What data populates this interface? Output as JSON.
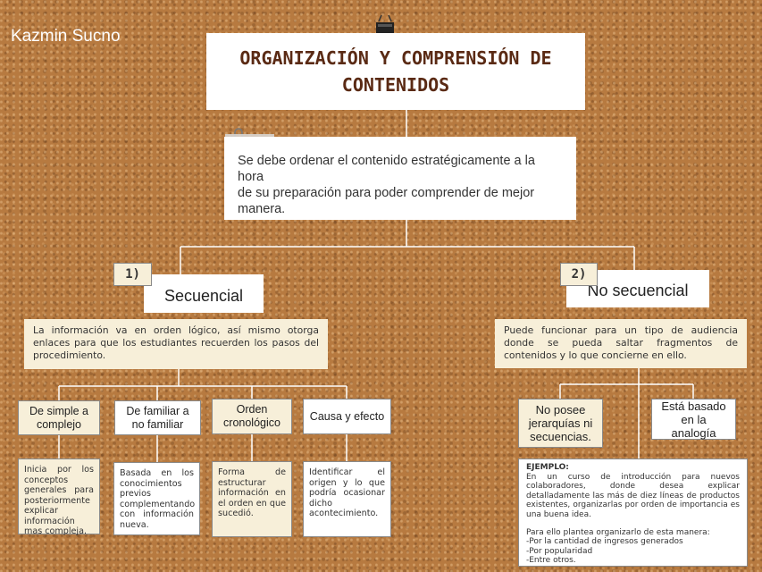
{
  "author": "Kazmin Sucno",
  "title": "ORGANIZACIÓN Y COMPRENSIÓN DE CONTENIDOS",
  "intro": "Se debe ordenar el contenido estratégicamente a la hora\n de su preparación para poder comprender de mejor manera.",
  "left": {
    "number": "1)",
    "heading": "Secuencial",
    "description": "La información va en orden lógico, así mismo otorga enlaces para que los estudiantes recuerden los pasos del procedimiento.",
    "children": [
      {
        "label": "De simple a complejo",
        "detail": "Inicia por los conceptos generales para posteriormente explicar información mas compleja."
      },
      {
        "label": "De familiar a no familiar",
        "detail": "Basada en los conocimientos previos complementando con información nueva."
      },
      {
        "label": "Orden cronológico",
        "detail": "Forma de estructurar información en el orden en que sucedió."
      },
      {
        "label": "Causa y efecto",
        "detail": "Identificar el origen y lo que podría ocasionar dicho acontecimiento."
      }
    ]
  },
  "right": {
    "number": "2)",
    "heading": "No secuencial",
    "description": "Puede funcionar para un tipo de audiencia donde se pueda saltar fragmentos de contenidos y lo que concierne en ello.",
    "children": [
      {
        "label": "No posee jerarquías ni secuencias."
      },
      {
        "label": "Está basado en la analogía"
      }
    ],
    "example": {
      "title": "EJEMPLO:",
      "text": "En un curso de introducción para nuevos colaboradores, donde desea explicar detalladamente las más de diez líneas de productos existentes, organizarlas por orden de importancia es una buena idea.",
      "intro2": "Para ello plantea organizarlo de esta manera:",
      "items": [
        "-Por la cantidad de ingresos generados",
        "-Por popularidad",
        "-Entre otros."
      ]
    }
  }
}
